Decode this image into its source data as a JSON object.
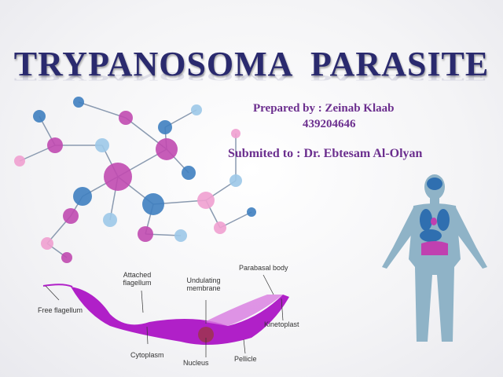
{
  "slide": {
    "title": "TRYPANOSOMA  PARASITE",
    "prepared_by": "Prepared by : Zeinab Klaab",
    "student_id": "439204646",
    "submitted_to": "Submited to : Dr. Ebtesam Al-Olyan"
  },
  "diagram": {
    "labels": {
      "free_flagellum": "Free flagellum",
      "attached_flagellum": "Attached flagellum",
      "undulating_membrane": "Undulating membrane",
      "parabasal_body": "Parabasal body",
      "kinetoplast": "Kinetoplast",
      "cytoplasm": "Cytoplasm",
      "nucleus": "Nucleus",
      "pellicle": "Pellicle"
    },
    "colors": {
      "body": "#b020c8",
      "nucleus": "#a03060"
    }
  },
  "decor": {
    "molecule_colors": [
      "#c04ab0",
      "#3f7fc0",
      "#f0a0d0",
      "#9cc8e8"
    ],
    "human_figure_color": "#8fb3c7",
    "organ_colors": [
      "#2f6fb0",
      "#c040b0"
    ]
  }
}
